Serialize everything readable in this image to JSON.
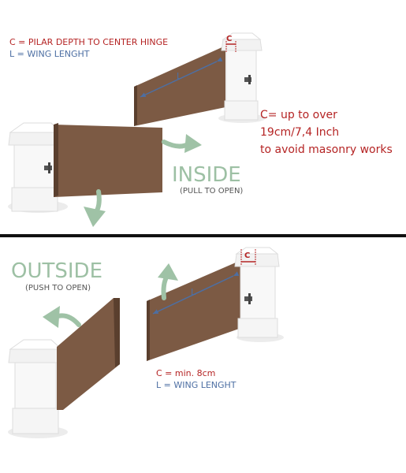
{
  "top": {
    "legend": {
      "c_definition": "C = PILAR DEPTH TO CENTER HINGE",
      "l_definition": "L = WING LENGHT"
    },
    "c_marker": "C",
    "l_marker": "L",
    "note_line1": "C= up to over",
    "note_line2": "19cm/7,4 Inch",
    "note_line3": "to avoid masonry works",
    "direction_title": "INSIDE",
    "direction_hint": "(PULL  TO OPEN)"
  },
  "bottom": {
    "direction_title": "OUTSIDE",
    "direction_hint": "(PUSH TO OPEN)",
    "c_marker": "C",
    "l_marker": "L",
    "c_note": "C = min. 8cm",
    "l_note": "L = WING LENGHT"
  },
  "colors": {
    "accent_red": "#b52424",
    "label_blue": "#4d6fa3",
    "arrow_green": "#9fc2a6",
    "title_green": "#9dc0a4",
    "gate_brown": "#7c5a44",
    "gate_dark": "#5a3f2e",
    "pillar_white": "#f7f7f7",
    "divider": "#111111"
  }
}
